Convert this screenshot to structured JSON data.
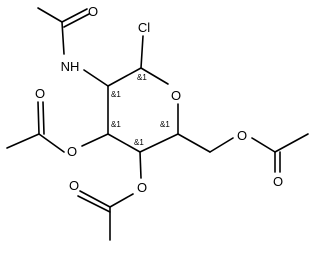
{
  "molecule": {
    "atoms": {
      "o_acetamido_carbonyl": "O",
      "n_amide": "NH",
      "cl": "Cl",
      "o_ring": "O",
      "o_ester_c3": "O",
      "o_carbonyl_c3": "O",
      "o_ester_c4": "O",
      "o_carbonyl_c4": "O",
      "o_ester_c6": "O",
      "o_carbonyl_c6": "O"
    },
    "stereo": {
      "c1": "&1",
      "c2": "&1",
      "c3": "&1",
      "c4": "&1",
      "c5": "&1"
    }
  }
}
